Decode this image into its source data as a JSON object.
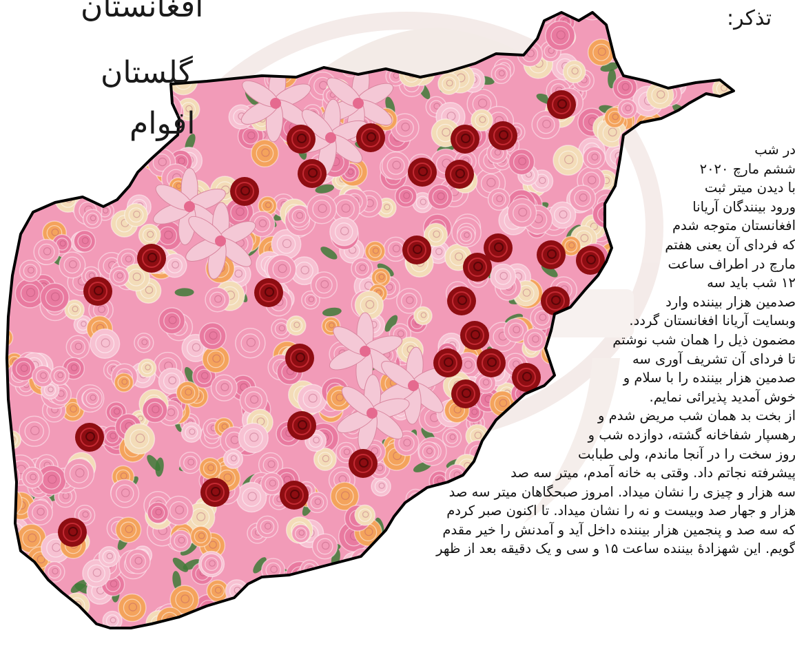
{
  "side_words": {
    "word_1": "افغانستان",
    "word_2": "گلستان",
    "word_3": "اقوام"
  },
  "heading": "تذکر:",
  "body_lines": [
    "در شب",
    "ششم مارچ ۲۰۲۰",
    "با دیدن میتر ثبت",
    "ورود بینندگان آریانا",
    "افغانستان متوجه شدم",
    "که فردای آن یعنی هفتم",
    "مارچ در اطراف ساعت",
    "۱۲ شب باید سه",
    "صدمین هزار بیننده وارد",
    "وبسایت آریانا افغانستان گردد.",
    "مضمون ذیل را همان شب نوشتم",
    "تا فردای آن تشریف آوری سه",
    "صدمین هزار بیننده را با سلام و",
    "خوش آمدید پذیرائی نمایم.",
    "از بخت بد همان شب مریض شدم و",
    "رهسپار شفاخانه گشته، دوازده شب و",
    "روز سخت را در آنجا ماندم، ولی طبابت",
    "پیشرفته نجاتم داد. وقتی به خانه آمدم، میتر سه صد",
    "سه هزار و چیزی را نشان میداد. امروز صبحگاهان میتر سه صد",
    "هزار و جهار صد وبیست و نه را نشان میداد. تا اکنون صبر کردم",
    "که سه صد و پنجمین هزار بیننده داخل آید و آمدنش را خیر مقدم",
    "گویم. این شهزادهٔ بیننده ساعت ۱۵ و سی و یک دقیقه بعد از ظهر"
  ],
  "colors": {
    "background": "#ffffff",
    "map_outline": "#000000",
    "rose_pink": "#f29bb8",
    "rose_cream": "#f3dcb8",
    "rose_red": "#8e0d12",
    "rose_orange": "#f4a35c",
    "leaf": "#3f7a37",
    "lily_pink": "#f4c8d6",
    "watermark": "#e6d8d4"
  }
}
